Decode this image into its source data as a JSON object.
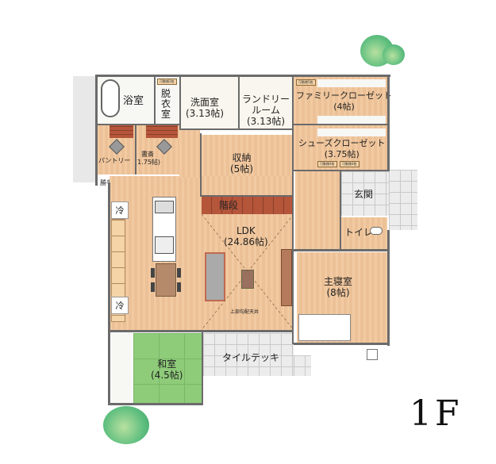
{
  "plan": {
    "floor_label": "1F",
    "rooms": {
      "bathroom": {
        "name": "浴室"
      },
      "dressing": {
        "name": "脱\n衣\n室",
        "chars": [
          "脱",
          "衣",
          "室"
        ]
      },
      "washroom": {
        "name": "洗面室",
        "size": "(3.13帖)"
      },
      "laundry": {
        "name_line1": "ランドリー",
        "name_line2": "ルーム",
        "size": "(3.13帖)"
      },
      "family_closet": {
        "name": "ファミリークローゼット",
        "size": "(4帖)"
      },
      "shoe_closet": {
        "name": "シューズクローゼット",
        "size": "(3.75帖)"
      },
      "storage": {
        "name": "収納",
        "size": "(5帖)"
      },
      "pantry": {
        "name": "パントリー"
      },
      "study": {
        "name": "書斎",
        "size": "(1.75帖)"
      },
      "back_door": {
        "name": "勝手口"
      },
      "stairs": {
        "name": "階段"
      },
      "entrance": {
        "name": "玄関"
      },
      "toilet": {
        "name": "トイレ"
      },
      "ldk": {
        "name": "LDK",
        "size": "(24.86帖)",
        "note": "上部勾配天井"
      },
      "master_bedroom": {
        "name": "主寝室",
        "size": "(8帖)"
      },
      "japanese_room": {
        "name": "和室",
        "size": "(4.5帖)"
      },
      "tile_deck": {
        "name": "タイルテッキ"
      }
    },
    "fixtures": {
      "fridge_top": "冷",
      "fridge_bottom": "冷",
      "shelf_tag": "可動棚2枚",
      "shelf_tag_family": "可動棚5枚",
      "shelf_tag_shoe_1": "可動棚4枚",
      "shelf_tag_shoe_2": "可動棚4枚"
    },
    "colors": {
      "floor_wood": "#f1c59a",
      "wall": "#6b6b6b",
      "tatami": "#8fcc7a",
      "stairs": "#b5553a",
      "tile": "#ececec",
      "tree": "#5fbf7f"
    }
  }
}
